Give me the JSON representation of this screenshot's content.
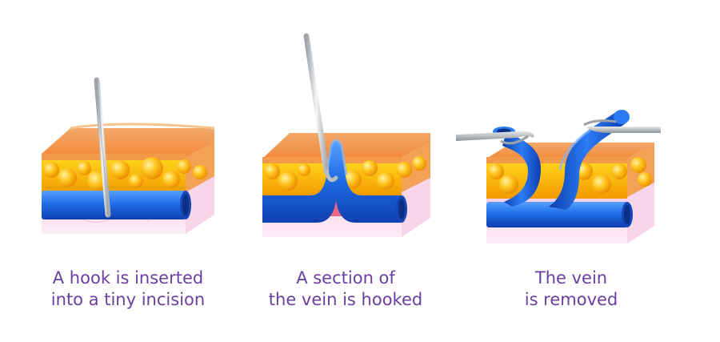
{
  "steps": [
    {
      "caption_line1": "A hook is inserted",
      "caption_line2": "into a tiny incision"
    },
    {
      "caption_line1": "A section of",
      "caption_line2": "the vein is hooked"
    },
    {
      "caption_line1": "The vein",
      "caption_line2": "is removed"
    }
  ],
  "colors": {
    "caption": "#6a3fa0",
    "skin_top": "#f7a55e",
    "fat": "#f6a800",
    "vein": "#1f6ee8",
    "dermis": "#fbe3f0",
    "hook": "#cfd2d6"
  },
  "icons": [
    "hook-icon",
    "vein-icon",
    "skin-block-icon",
    "surgical-clamp-icon"
  ]
}
